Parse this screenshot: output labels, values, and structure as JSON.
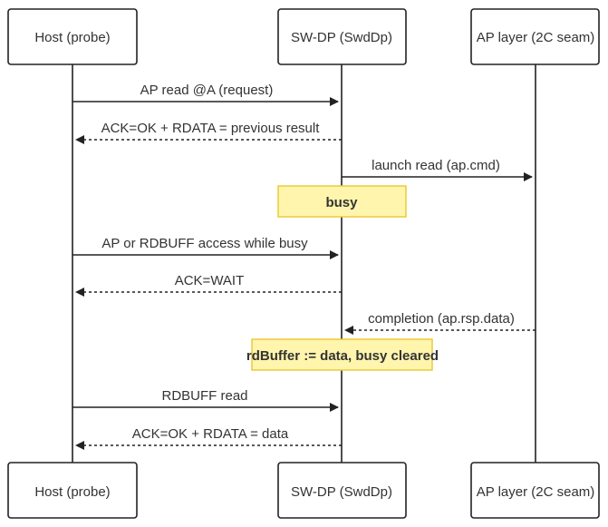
{
  "actors": {
    "host": "Host (probe)",
    "swdp": "SW-DP (SwdDp)",
    "ap": "AP layer (2C seam)"
  },
  "messages": [
    {
      "label": "AP read @A (request)",
      "from": "host",
      "to": "swdp",
      "style": "solid"
    },
    {
      "label": "ACK=OK + RDATA = previous result",
      "from": "swdp",
      "to": "host",
      "style": "dashed"
    },
    {
      "label": "launch read (ap.cmd)",
      "from": "swdp",
      "to": "ap",
      "style": "solid"
    },
    {
      "label": "AP or RDBUFF access while busy",
      "from": "host",
      "to": "swdp",
      "style": "solid"
    },
    {
      "label": "ACK=WAIT",
      "from": "swdp",
      "to": "host",
      "style": "dashed"
    },
    {
      "label": "completion (ap.rsp.data)",
      "from": "ap",
      "to": "swdp",
      "style": "dashed"
    },
    {
      "label": "RDBUFF read",
      "from": "host",
      "to": "swdp",
      "style": "solid"
    },
    {
      "label": "ACK=OK + RDATA = data",
      "from": "swdp",
      "to": "host",
      "style": "dashed"
    }
  ],
  "notes": [
    {
      "label": "busy",
      "over": "swdp"
    },
    {
      "label": "rdBuffer := data, busy cleared",
      "over": "swdp"
    }
  ],
  "colors": {
    "note_fill": "#fff5ad",
    "note_border": "#eac72f",
    "line": "#222222"
  }
}
